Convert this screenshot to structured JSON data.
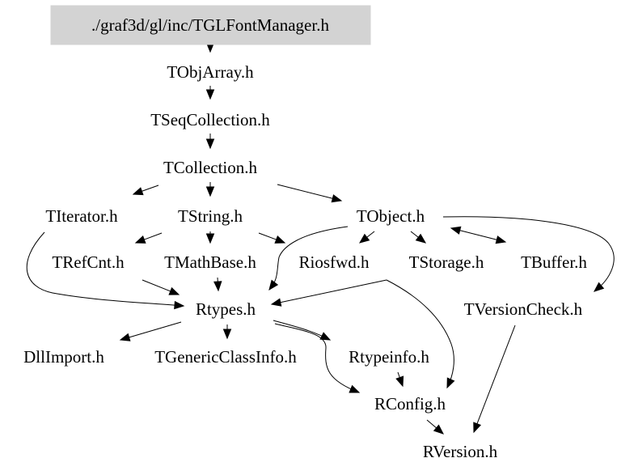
{
  "colors": {
    "root_fill": "#d3d3d3",
    "edge": "#000000",
    "text": "#000000",
    "background": "#ffffff"
  },
  "nodes": [
    {
      "id": "tglfontmanager",
      "label": "./graf3d/gl/inc/TGLFontManager.h",
      "root": true
    },
    {
      "id": "tobjarray",
      "label": "TObjArray.h"
    },
    {
      "id": "tseqcollection",
      "label": "TSeqCollection.h"
    },
    {
      "id": "tcollection",
      "label": "TCollection.h"
    },
    {
      "id": "titerator",
      "label": "TIterator.h"
    },
    {
      "id": "tstring",
      "label": "TString.h"
    },
    {
      "id": "tobject",
      "label": "TObject.h"
    },
    {
      "id": "trefcnt",
      "label": "TRefCnt.h"
    },
    {
      "id": "tmathbase",
      "label": "TMathBase.h"
    },
    {
      "id": "riosfwd",
      "label": "Riosfwd.h"
    },
    {
      "id": "tstorage",
      "label": "TStorage.h"
    },
    {
      "id": "tbuffer",
      "label": "TBuffer.h"
    },
    {
      "id": "rtypes",
      "label": "Rtypes.h"
    },
    {
      "id": "tversioncheck",
      "label": "TVersionCheck.h"
    },
    {
      "id": "dllimport",
      "label": "DllImport.h"
    },
    {
      "id": "tgenericclassinfo",
      "label": "TGenericClassInfo.h"
    },
    {
      "id": "rtypeinfo",
      "label": "Rtypeinfo.h"
    },
    {
      "id": "rconfig",
      "label": "RConfig.h"
    },
    {
      "id": "rversion",
      "label": "RVersion.h"
    }
  ],
  "edges": [
    {
      "from": "tglfontmanager",
      "to": "tobjarray"
    },
    {
      "from": "tobjarray",
      "to": "tseqcollection"
    },
    {
      "from": "tseqcollection",
      "to": "tcollection"
    },
    {
      "from": "tcollection",
      "to": "titerator"
    },
    {
      "from": "tcollection",
      "to": "tstring"
    },
    {
      "from": "tcollection",
      "to": "tobject"
    },
    {
      "from": "titerator",
      "to": "rtypes"
    },
    {
      "from": "tstring",
      "to": "trefcnt"
    },
    {
      "from": "tstring",
      "to": "tmathbase"
    },
    {
      "from": "tstring",
      "to": "riosfwd"
    },
    {
      "from": "tobject",
      "to": "rtypes"
    },
    {
      "from": "tobject",
      "to": "riosfwd"
    },
    {
      "from": "tobject",
      "to": "tstorage"
    },
    {
      "from": "tobject",
      "to": "tbuffer"
    },
    {
      "from": "tobject",
      "to": "tversioncheck"
    },
    {
      "from": "trefcnt",
      "to": "rtypes"
    },
    {
      "from": "tmathbase",
      "to": "rtypes"
    },
    {
      "from": "tstorage",
      "to": "rtypes"
    },
    {
      "from": "tstorage",
      "to": "rconfig"
    },
    {
      "from": "rtypes",
      "to": "dllimport"
    },
    {
      "from": "rtypes",
      "to": "tgenericclassinfo"
    },
    {
      "from": "rtypes",
      "to": "rtypeinfo"
    },
    {
      "from": "rtypes",
      "to": "rconfig"
    },
    {
      "from": "rtypeinfo",
      "to": "rconfig"
    },
    {
      "from": "rconfig",
      "to": "rversion"
    },
    {
      "from": "tversioncheck",
      "to": "rversion"
    }
  ]
}
